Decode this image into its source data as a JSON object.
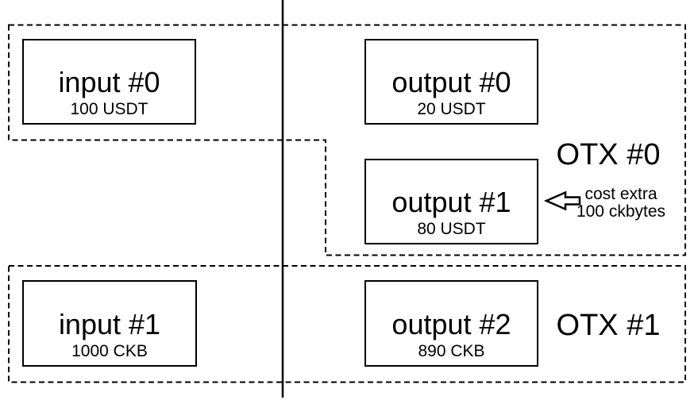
{
  "otx_groups": [
    {
      "label": "OTX #0",
      "inputs": [
        {
          "name": "input #0",
          "amount": "100 USDT"
        }
      ],
      "outputs": [
        {
          "name": "output #0",
          "amount": "20 USDT"
        },
        {
          "name": "output #1",
          "amount": "80 USDT"
        }
      ],
      "annotation_lines": [
        "cost extra",
        "100 ckbytes"
      ]
    },
    {
      "label": "OTX #1",
      "inputs": [
        {
          "name": "input #1",
          "amount": "1000 CKB"
        }
      ],
      "outputs": [
        {
          "name": "output #2",
          "amount": "890 CKB"
        }
      ]
    }
  ],
  "colors": {
    "stroke": "#000000",
    "background": "#ffffff"
  }
}
